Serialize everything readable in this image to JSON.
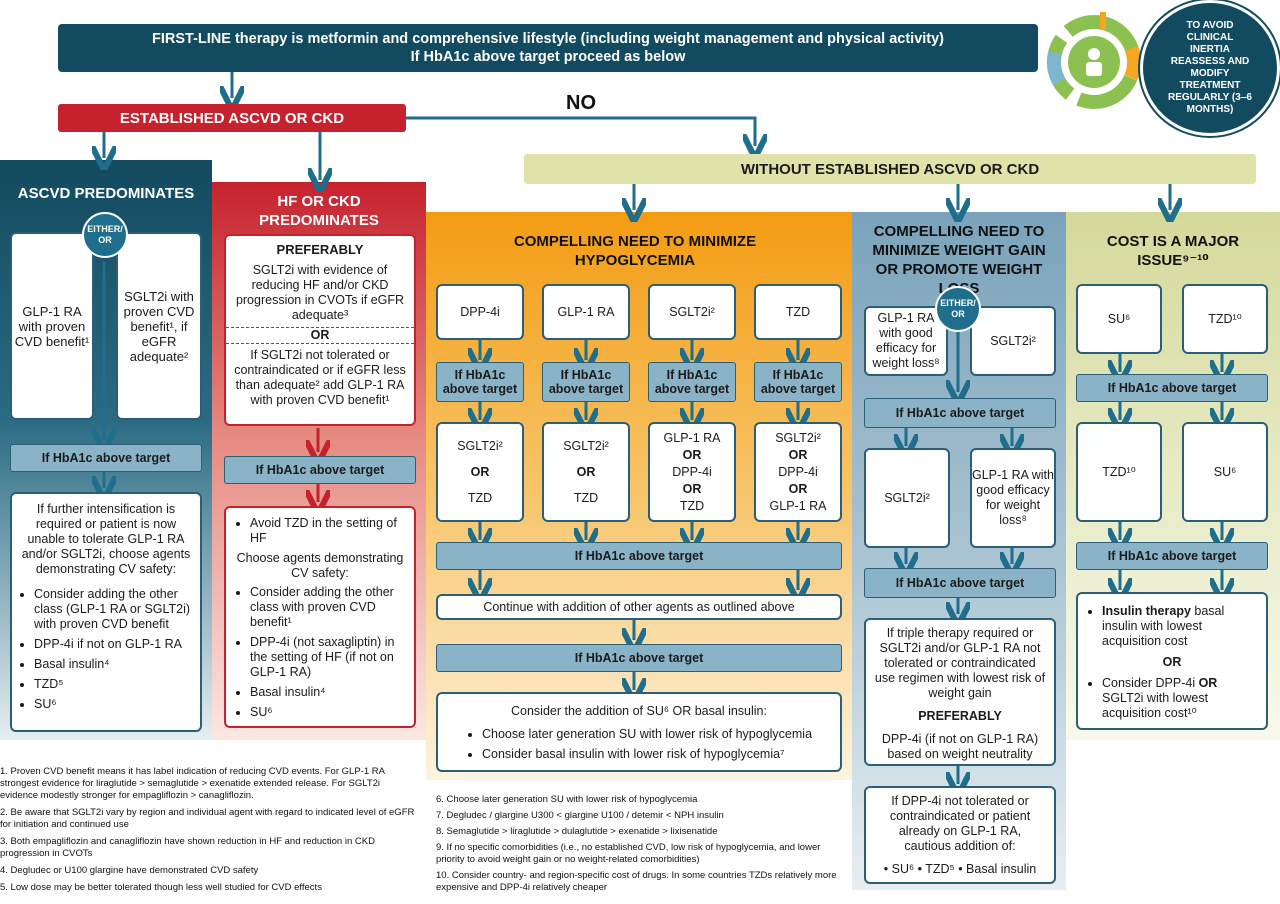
{
  "header": {
    "line1": "FIRST-LINE therapy is metformin and comprehensive lifestyle (including weight management and physical activity)",
    "line2": "If HbA1c above target proceed as below"
  },
  "inertia": {
    "text": "TO AVOID CLINICAL INERTIA REASSESS AND MODIFY TREATMENT REGULARLY (3–6 MONTHS)"
  },
  "established": "ESTABLISHED ASCVD OR CKD",
  "no_label": "NO",
  "without": "WITHOUT ESTABLISHED ASCVD OR CKD",
  "ascvd": {
    "title": "ASCVD PREDOMINATES",
    "either": "EITHER/ OR",
    "left": "GLP-1 RA with proven CVD benefit¹",
    "right": "SGLT2i with proven CVD benefit¹, if eGFR adequate²",
    "hba1c": "If HbA1c above target",
    "intensify": "If further intensification is required or patient is now unable to tolerate GLP-1 RA and/or SGLT2i, choose agents demonstrating CV safety:",
    "bullets": [
      "Consider adding the other class (GLP-1 RA or SGLT2i) with proven CVD benefit",
      "DPP-4i if not on GLP-1 RA",
      "Basal insulin⁴",
      "TZD⁵",
      "SU⁶"
    ]
  },
  "hf": {
    "title": "HF OR CKD PREDOMINATES",
    "preferably": "PREFERABLY",
    "sglt2": "SGLT2i with evidence of reducing HF and/or CKD progression in CVOTs if eGFR adequate³",
    "or": "OR",
    "alt": "If SGLT2i not tolerated or contraindicated or if eGFR less than adequate² add GLP-1 RA with proven CVD benefit¹",
    "hba1c": "If HbA1c above target",
    "b1": "Avoid TZD in the setting of HF",
    "choose": "Choose agents demonstrating CV safety:",
    "bullets": [
      "Consider adding the other class with proven CVD benefit¹",
      "DPP-4i (not saxagliptin) in the setting of HF (if not on GLP-1 RA)",
      "Basal insulin⁴",
      "SU⁶"
    ]
  },
  "hypo": {
    "title": "COMPELLING NEED TO MINIMIZE HYPOGLYCEMIA",
    "drugs": [
      "DPP-4i",
      "GLP-1 RA",
      "SGLT2i²",
      "TZD"
    ],
    "hba1c": "If HbA1c above target",
    "second": [
      [
        "SGLT2i²",
        "OR",
        "TZD"
      ],
      [
        "SGLT2i²",
        "OR",
        "TZD"
      ],
      [
        "GLP-1 RA",
        "OR",
        "DPP-4i",
        "OR",
        "TZD"
      ],
      [
        "SGLT2i²",
        "OR",
        "DPP-4i",
        "OR",
        "GLP-1 RA"
      ]
    ],
    "hba1c_wide": "If HbA1c above target",
    "continue": "Continue with addition of other agents as outlined above",
    "hba1c_wide2": "If HbA1c above target",
    "consider": "Consider the addition of SU⁶ OR basal insulin:",
    "bullets": [
      "Choose later generation SU with lower risk of hypoglycemia",
      "Consider basal insulin with lower risk of hypoglycemia⁷"
    ]
  },
  "weight": {
    "title": "COMPELLING NEED TO MINIMIZE WEIGHT GAIN OR PROMOTE WEIGHT LOSS",
    "either": "EITHER/ OR",
    "left": "GLP-1 RA with good efficacy for weight loss⁸",
    "right": "SGLT2i²",
    "hba1c": "If HbA1c above target",
    "left2": "SGLT2i²",
    "right2": "GLP-1 RA with good efficacy for weight loss⁸",
    "hba1c2": "If HbA1c above target",
    "triple": "If triple therapy required or SGLT2i and/or GLP-1 RA not tolerated or contraindicated use regimen with lowest risk of weight gain",
    "preferably": "PREFERABLY",
    "dpp": "DPP-4i (if not on GLP-1 RA) based on weight neutrality",
    "final": "If DPP-4i not tolerated or contraindicated or patient already on GLP-1 RA, cautious addition of:",
    "final_items": "• SU⁶  • TZD⁵  • Basal insulin"
  },
  "cost": {
    "title": "COST IS A MAJOR ISSUE⁹⁻¹⁰",
    "a": "SU⁶",
    "b": "TZD¹⁰",
    "hba1c": "If HbA1c above target",
    "a2": "TZD¹⁰",
    "b2": "SU⁶",
    "hba1c2": "If HbA1c above target",
    "insulin_bold": "Insulin therapy",
    "insulin_rest": " basal insulin with lowest acquisition cost",
    "or": "OR",
    "consider": "Consider DPP-4i ",
    "consider_or": "OR",
    "consider_rest": " SGLT2i with lowest acquisition cost¹⁰"
  },
  "footnotes_left": [
    "1.  Proven CVD benefit means it has label indication of reducing CVD events. For GLP-1 RA strongest evidence for liraglutide > semaglutide > exenatide extended release. For SGLT2i evidence modestly stronger for empagliflozin > canagliflozin.",
    "2.  Be aware that SGLT2i vary by region and individual agent with regard to indicated level of eGFR for initiation and continued use",
    "3.  Both empagliflozin and canagliflozin have shown reduction in HF and reduction in CKD progression in CVOTs",
    "4.  Degludec or U100 glargine have demonstrated CVD safety",
    "5.  Low dose may be better tolerated though less well studied for CVD effects"
  ],
  "footnotes_right": [
    "6.  Choose later generation SU with lower risk of hypoglycemia",
    "7.  Degludec / glargine U300 < glargine U100 / detemir < NPH insulin",
    "8.  Semaglutide > liraglutide > dulaglutide > exenatide > lixisenatide",
    "9.  If no specific comorbidities (i.e., no established CVD, low risk of hypoglycemia, and lower priority to avoid weight gain or no weight-related comorbidities)",
    "10. Consider country- and region-specific cost of drugs. In some countries TZDs relatively more expensive and DPP-4i relatively cheaper"
  ],
  "colors": {
    "dark": "#124b5f",
    "red": "#c6222e",
    "orange": "#f5a623",
    "blue": "#6e9bb5",
    "olive": "#dfe3a9"
  }
}
